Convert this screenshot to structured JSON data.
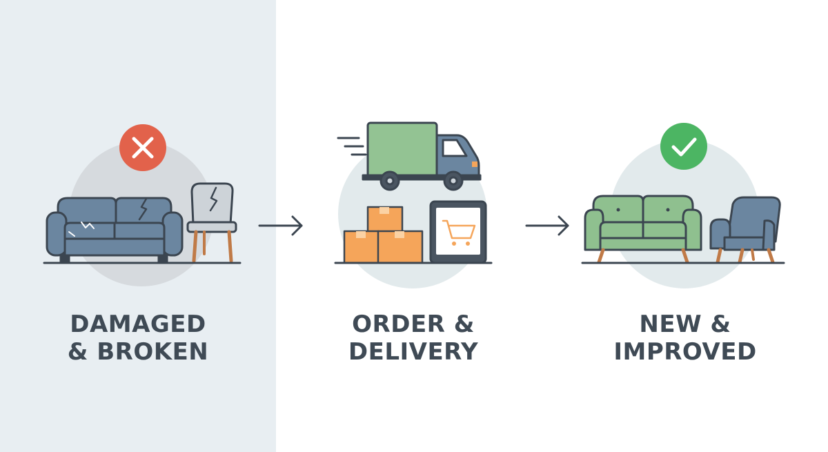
{
  "steps": [
    {
      "line1": "DAMAGED",
      "line2": "& BROKEN",
      "status_icon": "x-icon"
    },
    {
      "line1": "ORDER &",
      "line2": "DELIVERY",
      "status_icon": "none"
    },
    {
      "line1": "NEW &",
      "line2": "IMPROVED",
      "status_icon": "check-icon"
    }
  ],
  "colors": {
    "left_panel": "#e8eef2",
    "damaged_sofa": "#6b86a0",
    "new_sofa": "#8fc08f",
    "new_chair": "#6b86a0",
    "truck_cargo": "#93c393",
    "boxes": "#f5a55a",
    "x_badge": "#e2624b",
    "check_badge": "#4cb563",
    "outline": "#3b4550",
    "text": "#3f4a55"
  }
}
